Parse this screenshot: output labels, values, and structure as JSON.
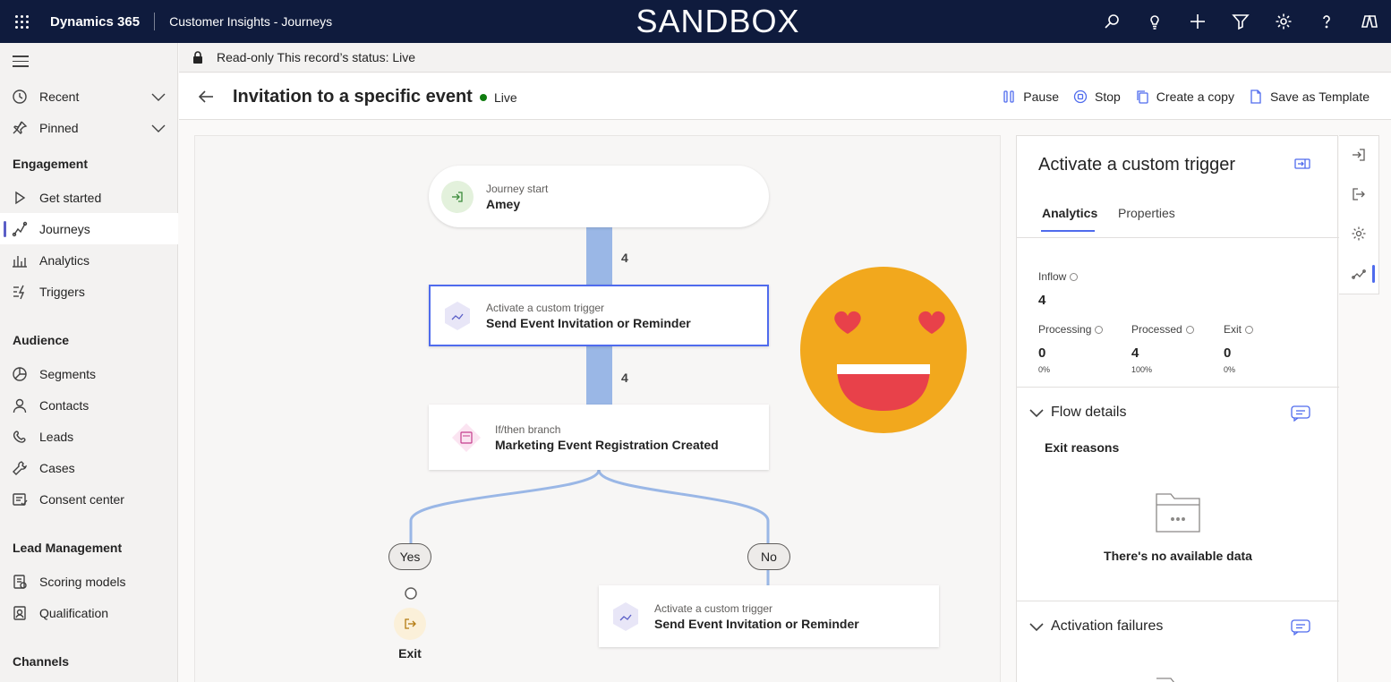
{
  "topbar": {
    "brand": "Dynamics 365",
    "app_name": "Customer Insights - Journeys",
    "environment": "SANDBOX",
    "icons": [
      "search-icon",
      "lightbulb-icon",
      "add-icon",
      "filter-icon",
      "settings-icon",
      "help-icon",
      "copilot-icon"
    ]
  },
  "sidebar": {
    "recent": "Recent",
    "pinned": "Pinned",
    "engagement_head": "Engagement",
    "get_started": "Get started",
    "journeys": "Journeys",
    "analytics": "Analytics",
    "triggers": "Triggers",
    "audience_head": "Audience",
    "segments": "Segments",
    "contacts": "Contacts",
    "leads": "Leads",
    "cases": "Cases",
    "consent_center": "Consent center",
    "lead_mgmt_head": "Lead Management",
    "scoring_models": "Scoring models",
    "qualification": "Qualification",
    "channels_head": "Channels"
  },
  "banner": {
    "text": "Read-only This record’s status: Live"
  },
  "header": {
    "title": "Invitation to a specific event",
    "status": "Live",
    "status_color": "#107c10",
    "pause": "Pause",
    "stop": "Stop",
    "copy": "Create a copy",
    "template": "Save as Template"
  },
  "canvas": {
    "start": {
      "label": "Journey start",
      "name": "Amey"
    },
    "count1": "4",
    "trigger1": {
      "label": "Activate a custom trigger",
      "name": "Send Event Invitation or Reminder"
    },
    "count2": "4",
    "branch": {
      "label": "If/then branch",
      "name": "Marketing Event Registration Created"
    },
    "yes": "Yes",
    "no": "No",
    "exit": "Exit",
    "trigger2": {
      "label": "Activate a custom trigger",
      "name": "Send Event Invitation or Reminder"
    }
  },
  "panel": {
    "title": "Activate a custom trigger",
    "tab_analytics": "Analytics",
    "tab_properties": "Properties",
    "inflow_label": "Inflow",
    "inflow_value": "4",
    "processing_label": "Processing",
    "processing_value": "0",
    "processing_pct": "0%",
    "processed_label": "Processed",
    "processed_value": "4",
    "processed_pct": "100%",
    "exit_label": "Exit",
    "exit_value": "0",
    "exit_pct": "0%",
    "flow_details": "Flow details",
    "exit_reasons": "Exit reasons",
    "no_data": "There's no available data",
    "activation_failures": "Activation failures"
  },
  "colors": {
    "topbar": "#0f1b3d",
    "accent": "#4f6bed",
    "wire": "#9ab7e6"
  }
}
